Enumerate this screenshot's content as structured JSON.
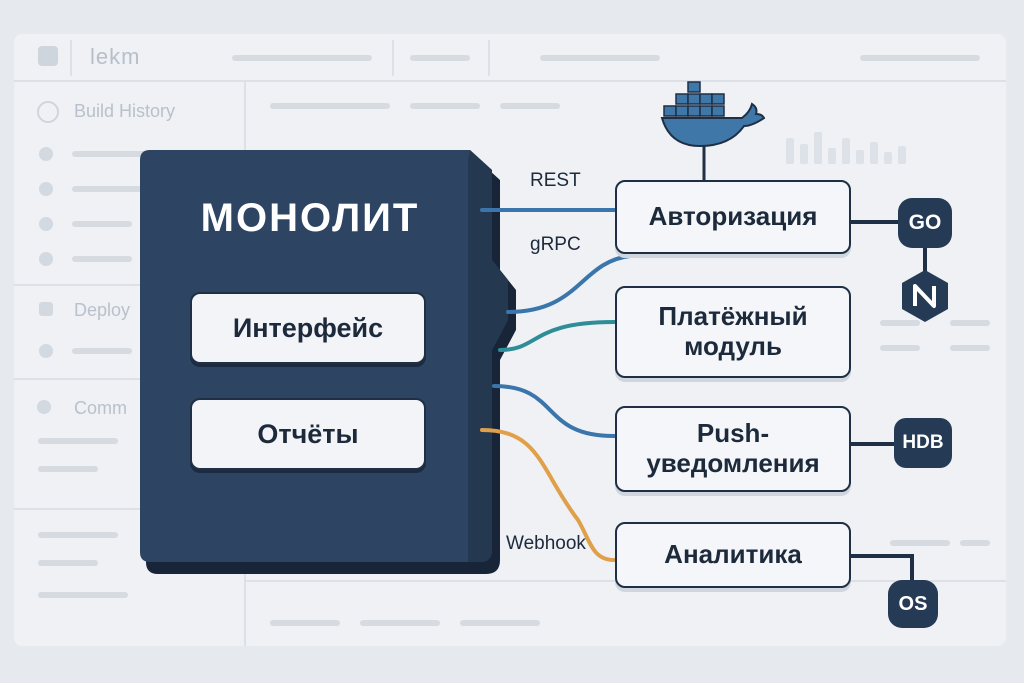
{
  "background_app": {
    "logo": "lekm",
    "sidebar_sections": [
      "Build History",
      "Deploy",
      "Comm"
    ]
  },
  "monolith": {
    "title": "МОНОЛИТ",
    "modules": [
      "Интерфейс",
      "Отчёты"
    ]
  },
  "connections": {
    "rest_label": "REST",
    "grpc_label": "gRPC",
    "webhook_label": "Webhook"
  },
  "services": {
    "auth": "Авторизация",
    "payment_line1": "Платёжный",
    "payment_line2": "модуль",
    "push_line1": "Push-",
    "push_line2": "уведомления",
    "analytics": "Аналитика"
  },
  "badges": {
    "go": "GO",
    "hdb": "HDB",
    "os": "OS"
  },
  "icons": {
    "container": "docker-whale-icon",
    "node": "hexagon-n-icon"
  },
  "colors": {
    "monolith": "#2d4462",
    "monolith_edge": "#1c2b3f",
    "blue_line": "#3a76ac",
    "teal_line": "#2f8d98",
    "orange_line": "#e0a04a",
    "badge": "#253a54",
    "docker": "#3f78a8"
  }
}
